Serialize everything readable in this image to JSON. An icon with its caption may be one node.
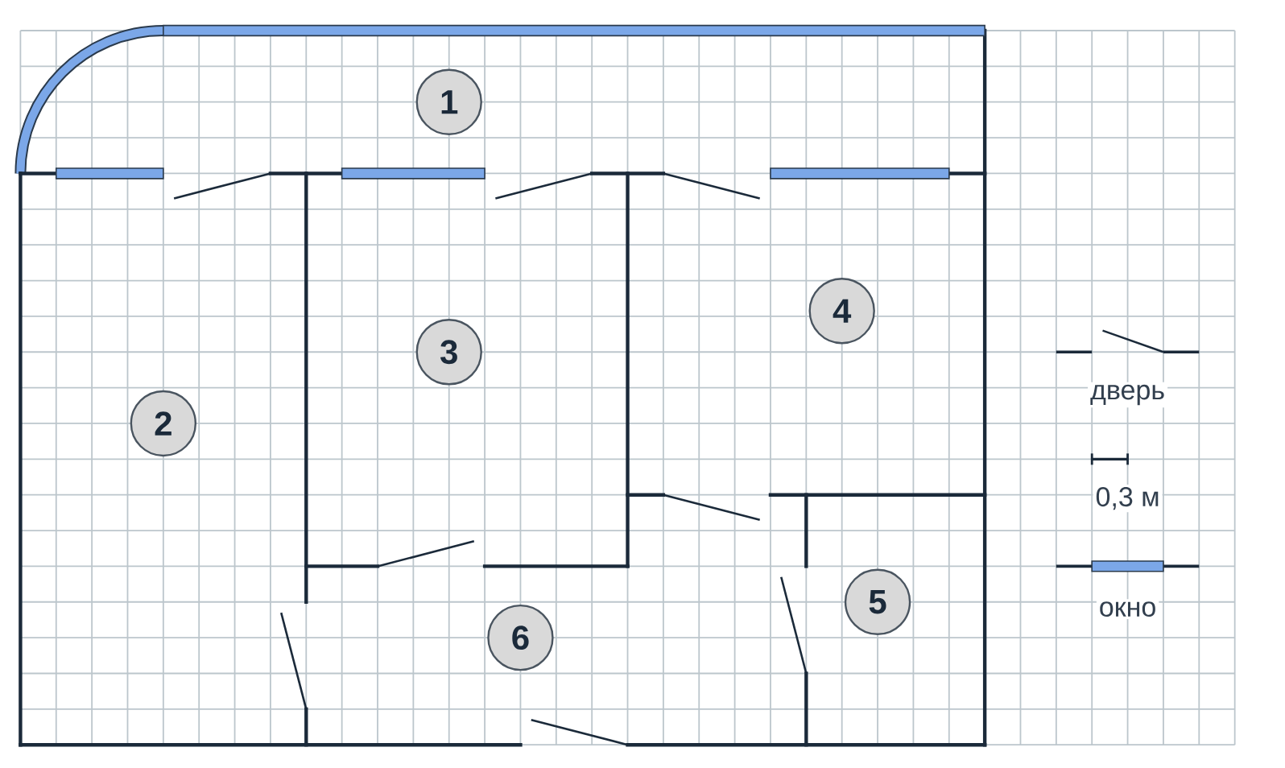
{
  "diagram": {
    "nodes": [
      {
        "text": [
          "1"
        ]
      },
      {
        "text": [
          "2"
        ]
      },
      {
        "text": [
          "3"
        ]
      },
      {
        "text": [
          "4"
        ]
      },
      {
        "text": [
          "5"
        ]
      },
      {
        "text": [
          "6"
        ]
      }
    ],
    "labels": [
      "0,3 м"
    ],
    "legend": [
      {
        "text": "дверь"
      },
      {
        "text": "окно"
      }
    ]
  }
}
